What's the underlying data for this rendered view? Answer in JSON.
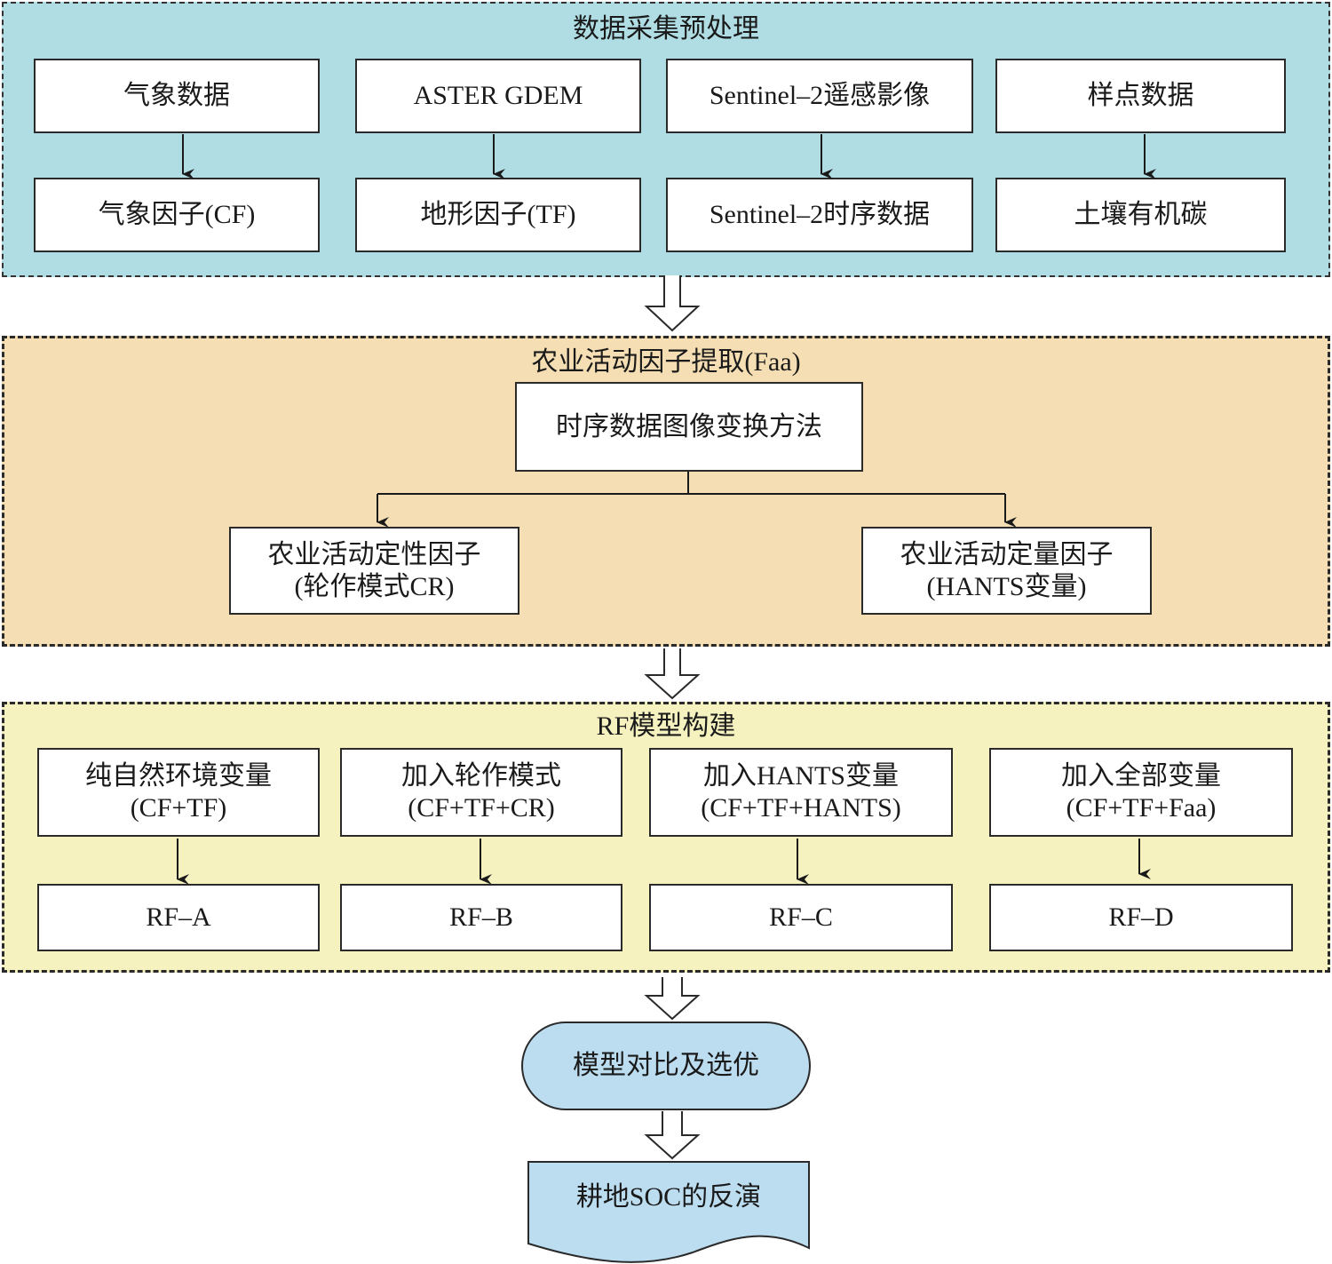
{
  "stage1": {
    "title": "数据采集预处理",
    "sources": [
      "气象数据",
      "ASTER GDEM",
      "Sentinel–2遥感影像",
      "样点数据"
    ],
    "products": [
      "气象因子(CF)",
      "地形因子(TF)",
      "Sentinel–2时序数据",
      "土壤有机碳"
    ],
    "bg_color": "#b0dde4"
  },
  "stage2": {
    "title": "农业活动因子提取(Faa)",
    "method": "时序数据图像变换方法",
    "qualitative": {
      "line1": "农业活动定性因子",
      "line2": "(轮作模式CR)"
    },
    "quantitative": {
      "line1": "农业活动定量因子",
      "line2": "(HANTS变量)"
    },
    "bg_color": "#f5deb3"
  },
  "stage3": {
    "title": "RF模型构建",
    "variable_sets": [
      {
        "line1": "纯自然环境变量",
        "line2": "(CF+TF)"
      },
      {
        "line1": "加入轮作模式",
        "line2": "(CF+TF+CR)"
      },
      {
        "line1": "加入HANTS变量",
        "line2": "(CF+TF+HANTS)"
      },
      {
        "line1": "加入全部变量",
        "line2": "(CF+TF+Faa)"
      }
    ],
    "models": [
      "RF–A",
      "RF–B",
      "RF–C",
      "RF–D"
    ],
    "bg_color": "#f5f2c0"
  },
  "stage4": {
    "comparison": "模型对比及选优",
    "output": "耕地SOC的反演",
    "bg_color": "#bcdcf0"
  }
}
